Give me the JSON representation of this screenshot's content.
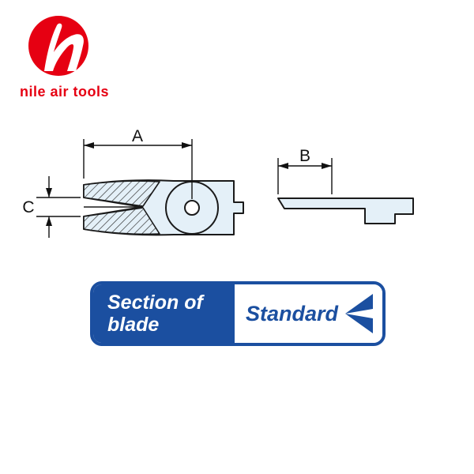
{
  "logo": {
    "brand": "nile air tools"
  },
  "diagram": {
    "dim_a": "A",
    "dim_b": "B",
    "dim_c": "C"
  },
  "banner": {
    "title_line1": "Section of",
    "title_line2": "blade",
    "value": "Standard"
  },
  "colors": {
    "brand_red": "#e60012",
    "banner_blue": "#1b4fa0",
    "diagram_fill": "#e4f0f8",
    "outline": "#1a1a1a"
  }
}
